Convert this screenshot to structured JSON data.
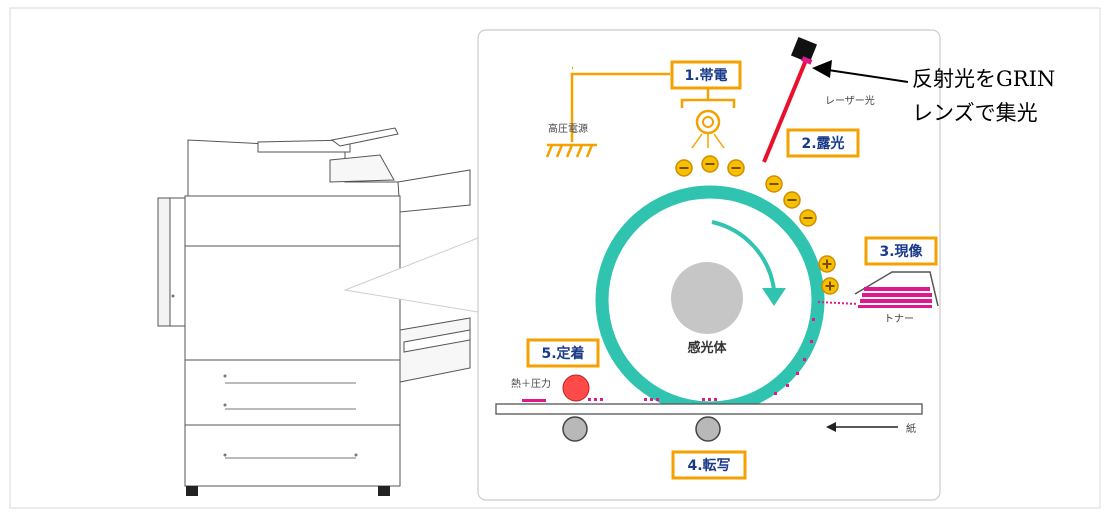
{
  "steps": {
    "charge": "1.帯電",
    "exposure": "2.露光",
    "develop": "3.現像",
    "transfer": "4.転写",
    "fix": "5.定着"
  },
  "labels": {
    "hv_supply": "高圧電源",
    "laser": "レーザー光",
    "toner": "トナー",
    "drum": "感光体",
    "heat_pressure": "熱＋圧力",
    "paper": "紙"
  },
  "callout": {
    "line1": "反射光をGRIN",
    "line2": "レンズで集光"
  },
  "colors": {
    "orange": "#f5a200",
    "teal": "#30c4b0",
    "magenta": "#e0188c",
    "laser_red": "#e8102a",
    "navy": "#1a3a8a",
    "step_box_fill": "#ffffff",
    "panel_bg": "#ffffff"
  }
}
